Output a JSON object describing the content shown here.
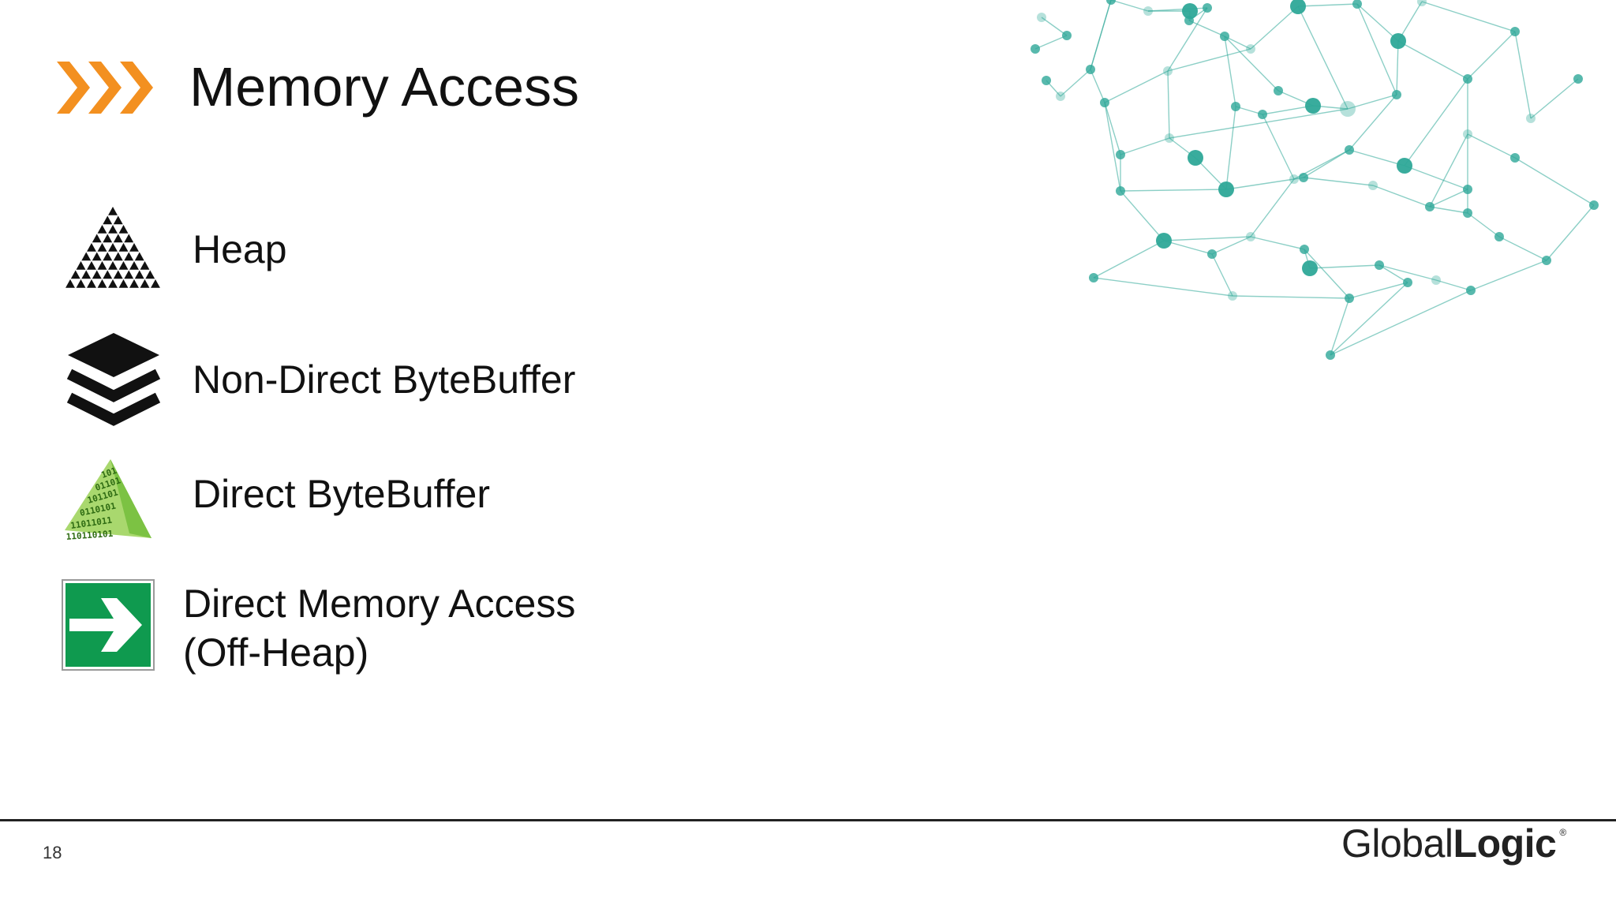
{
  "slide": {
    "title": "Memory Access",
    "page_number": "18"
  },
  "items": [
    {
      "label": "Heap",
      "icon": "pyramid-icon"
    },
    {
      "label": "Non-Direct ByteBuffer",
      "icon": "layers-icon"
    },
    {
      "label": "Direct ByteBuffer",
      "icon": "binary-icon"
    },
    {
      "label_line1": "Direct Memory Access",
      "label_line2": "(Off-Heap)",
      "icon": "arrow-right-sign-icon"
    }
  ],
  "brand": {
    "part1": "Global",
    "part2": "Logic",
    "registered": "®"
  },
  "colors": {
    "accent": "#f39020",
    "network": "#2ea898",
    "sign_green": "#0f9a4f",
    "binary_green": "#7cc243"
  }
}
